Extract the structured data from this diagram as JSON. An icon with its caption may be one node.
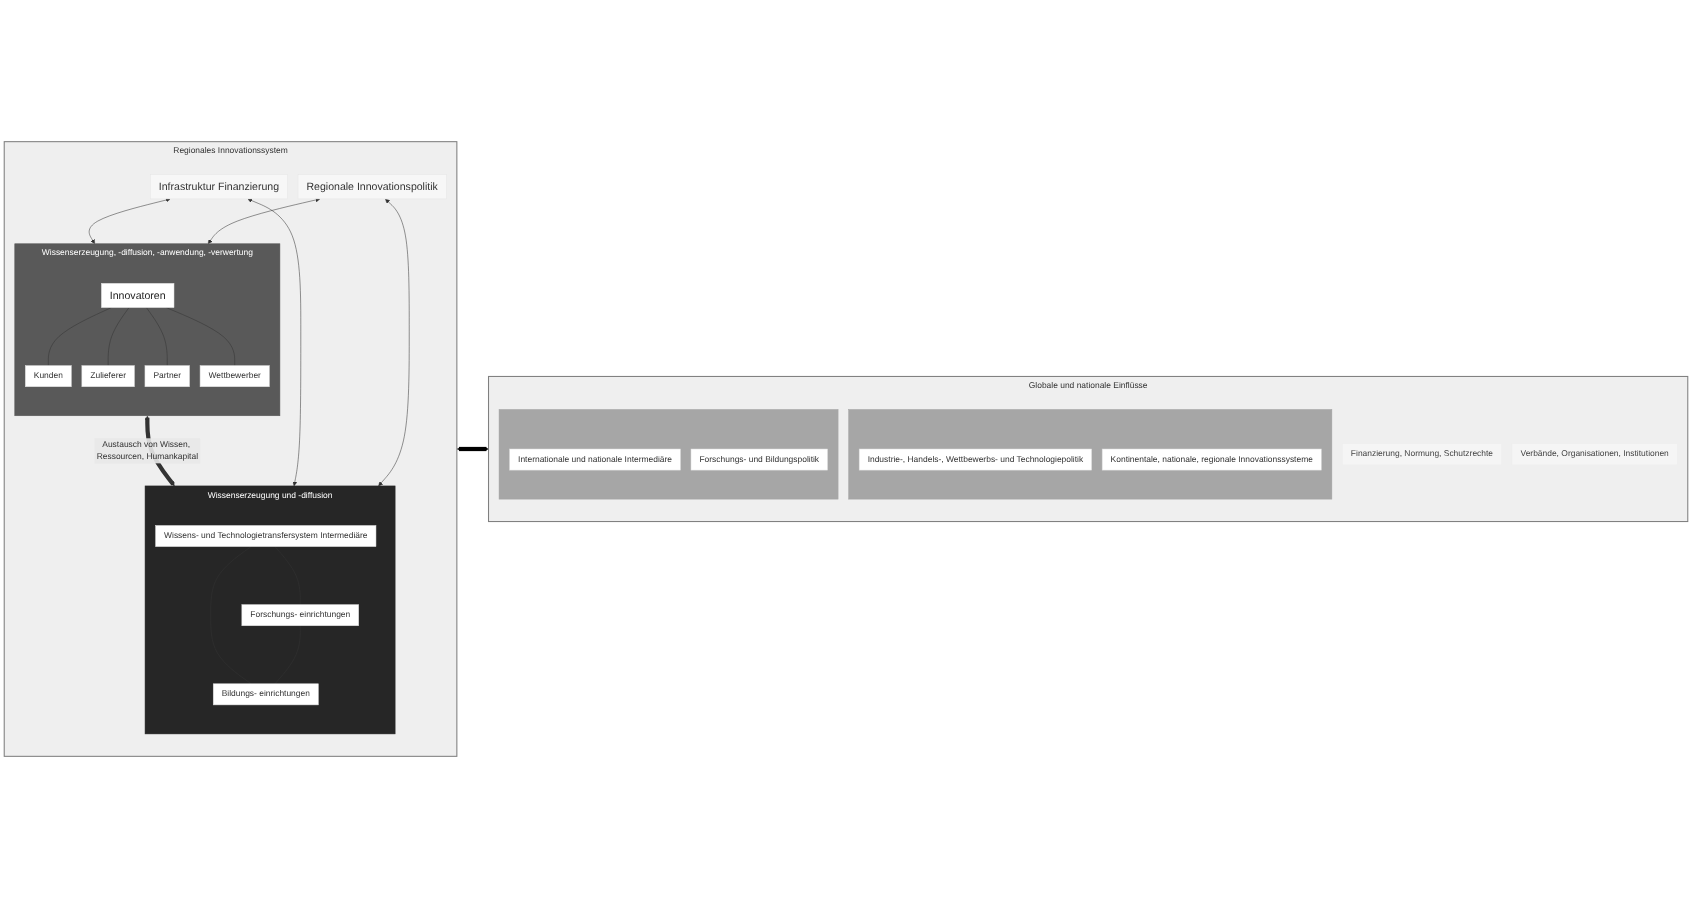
{
  "diagram": {
    "nodes": [
      {
        "text": [
          "Regionales Innovationssystem"
        ]
      },
      {
        "text": [
          "Wissenserzeugung, -diffusion, -anwendung, -verwertung"
        ],
        "in": 0
      },
      {
        "text": [
          "Kunden"
        ],
        "in": 1
      },
      {
        "text": [
          "Zulieferer"
        ],
        "in": 1
      },
      {
        "text": [
          "Innovatoren"
        ],
        "in": 1
      },
      {
        "text": [
          "Partner"
        ],
        "in": 1
      },
      {
        "text": [
          "Wettbewerber"
        ],
        "in": 1
      },
      {
        "text": [
          "Infrastruktur Finanzierung"
        ],
        "in": 0
      },
      {
        "text": [
          "Regionale Innovationspolitik"
        ],
        "in": 0
      },
      {
        "text": [
          "Wissenserzeugung und -diffusion"
        ],
        "in": 0
      },
      {
        "text": [
          "Wissens- und Technologietransfersystem Intermediäre"
        ],
        "in": 9
      },
      {
        "text": [
          "Forschungs- einrichtungen"
        ],
        "in": 9
      },
      {
        "text": [
          "Bildungs- einrichtungen"
        ],
        "in": 9
      },
      {
        "text": [
          "Globale und nationale Einflüsse"
        ]
      },
      {
        "text": [],
        "shape": "box",
        "in": 13
      },
      {
        "text": [
          "Industrie-, Handels-, Wettbewerbs- und Technologiepolitik"
        ],
        "in": 14
      },
      {
        "text": [
          "Kontinentale, nationale, regionale Innovationssysteme"
        ],
        "in": 14
      },
      {
        "text": [
          "Finanzierung, Normung, Schutzrechte"
        ],
        "in": 13
      },
      {
        "text": [
          "Verbände, Organisationen, Institutionen"
        ],
        "in": 13
      },
      {
        "text": [],
        "shape": "box",
        "in": 13
      },
      {
        "text": [
          "Internationale und nationale Intermediäre"
        ],
        "in": 19
      },
      {
        "text": [
          "Forschungs- und Bildungspolitik"
        ],
        "in": 19
      }
    ],
    "edges": [
      {
        "from": 0,
        "to": 13,
        "arrow": "both",
        "style": "thick",
        "color": "#000000"
      },
      {
        "from": 4,
        "to": 2,
        "arrow": "none"
      },
      {
        "from": 4,
        "to": 3,
        "arrow": "none"
      },
      {
        "from": 4,
        "to": 5,
        "arrow": "none"
      },
      {
        "from": 4,
        "to": 6,
        "arrow": "none"
      },
      {
        "from": 7,
        "to": 1,
        "arrow": "both"
      },
      {
        "from": 8,
        "to": 1,
        "arrow": "both"
      },
      {
        "from": 1,
        "to": 9,
        "arrow": "both",
        "style": "thick",
        "label": "Austausch von Wissen, Ressourcen, Humankapital"
      },
      {
        "from": 7,
        "to": 9,
        "arrow": "both"
      },
      {
        "from": 8,
        "to": 9,
        "arrow": "both"
      },
      {
        "from": 10,
        "to": 11,
        "arrow": "none"
      },
      {
        "from": 10,
        "to": 12,
        "arrow": "none"
      },
      {
        "from": 11,
        "to": 12,
        "arrow": "none"
      }
    ]
  }
}
